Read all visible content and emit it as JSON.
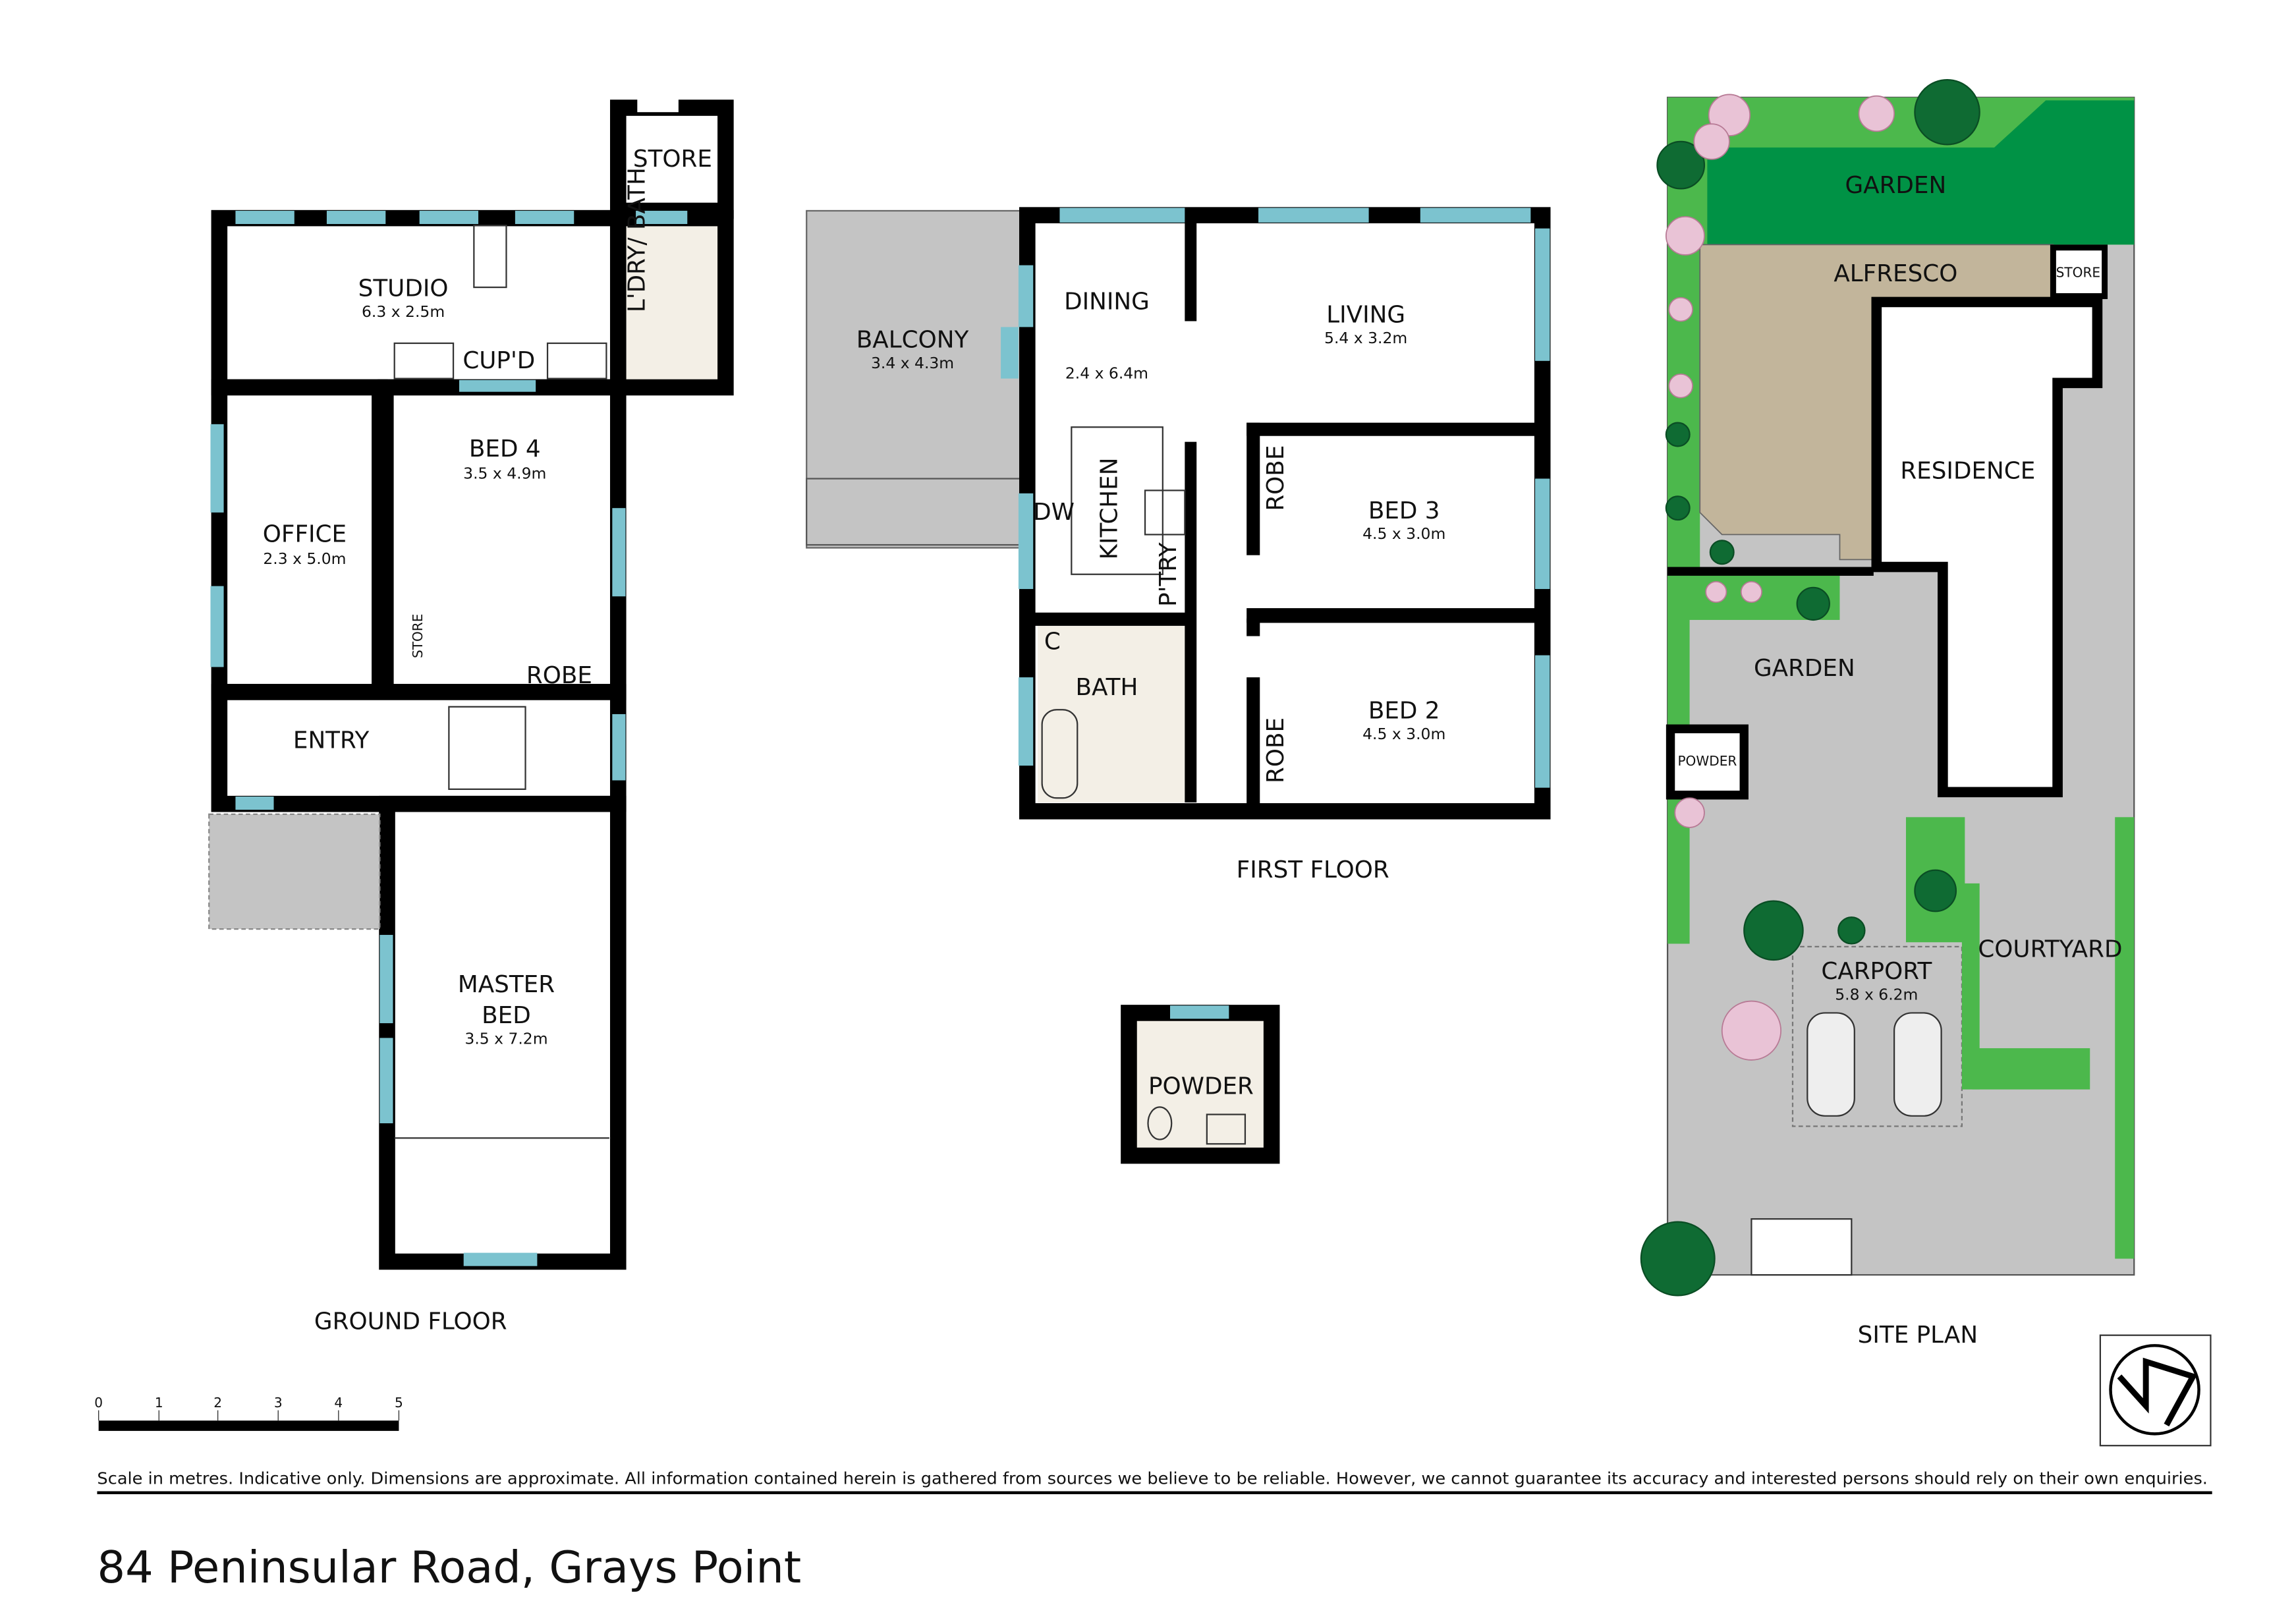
{
  "address": "84 Peninsular Road, Grays Point",
  "disclaimer": "Scale in metres. Indicative only. Dimensions are approximate. All information contained herein is gathered from sources we believe to be reliable. However, we cannot guarantee its accuracy and interested persons should rely on their own enquiries.",
  "scale": {
    "ticks": [
      "0",
      "1",
      "2",
      "3",
      "4",
      "5"
    ],
    "unit": "metres"
  },
  "colors": {
    "window": "#7cc3cf",
    "garden_dark": "#009245",
    "garden_light": "#4cb84c",
    "alfresco": "#c2b59b",
    "paving": "#c4c4c4",
    "tile": "#f3efe6"
  },
  "ground_floor": {
    "title": "GROUND FLOOR",
    "store": "STORE",
    "studio": {
      "name": "STUDIO",
      "dim": "6.3 x 2.5m"
    },
    "laundry": "L'DRY/ BATH",
    "cupboard": "CUP'D",
    "office": {
      "name": "OFFICE",
      "dim": "2.3 x 5.0m"
    },
    "bed4": {
      "name": "BED 4",
      "dim": "3.5 x 4.9m"
    },
    "stair_store": "STORE",
    "robe": "ROBE",
    "entry": "ENTRY",
    "master": {
      "name1": "MASTER",
      "name2": "BED",
      "dim": "3.5 x 7.2m"
    }
  },
  "first_floor": {
    "title": "FIRST FLOOR",
    "balcony": {
      "name": "BALCONY",
      "dim": "3.4 x 4.3m"
    },
    "dining": {
      "name": "DINING",
      "dim": "2.4 x 6.4m"
    },
    "living": {
      "name": "LIVING",
      "dim": "5.4 x 3.2m"
    },
    "kitchen": "KITCHEN",
    "dw": "DW",
    "pantry": "P'TRY",
    "bed3": {
      "name": "BED 3",
      "dim": "4.5 x 3.0m"
    },
    "bed2": {
      "name": "BED 2",
      "dim": "4.5 x 3.0m"
    },
    "robe3": "ROBE",
    "robe2": "ROBE",
    "bath": "BATH",
    "c": "C"
  },
  "powder": "POWDER",
  "site_plan": {
    "title": "SITE PLAN",
    "garden_top": "GARDEN",
    "alfresco": "ALFRESCO",
    "store": "STORE",
    "residence": "RESIDENCE",
    "garden_mid": "GARDEN",
    "powder": "POWDER",
    "carport": {
      "name": "CARPORT",
      "dim": "5.8 x 6.2m"
    },
    "courtyard": "COURTYARD"
  },
  "north_arrow": "N"
}
